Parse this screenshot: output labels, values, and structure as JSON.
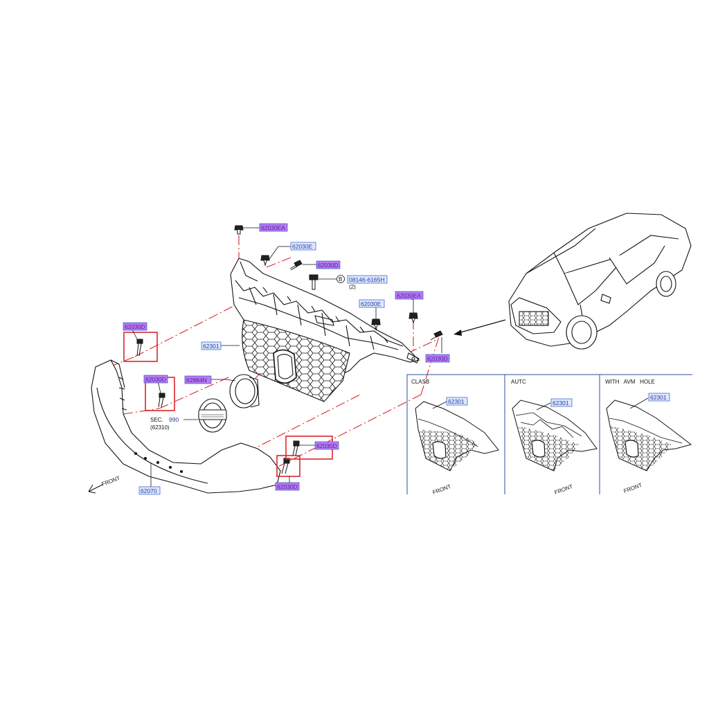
{
  "colors": {
    "line": "#111111",
    "label_text": "#1f3f9e",
    "label_box_blue": "#2b59c3",
    "label_fill_blue": "#dfe7ff",
    "label_fill_purple": "#b77cf2",
    "label_text_purple": "#5b1a9c",
    "highlight_box": "#d9262c",
    "centerline": "#d9262c",
    "inset_frame": "#2b4f9e"
  },
  "labels": {
    "clip_ea_top": "62030EA",
    "clip_e_top": "62030E",
    "screw_d_top": "62030D",
    "bolt_b": "08146-6165H",
    "bolt_b_circle": "B",
    "bolt_b_qty": "(2)",
    "clip_e_right": "62030E",
    "clip_ea_right": "62030EA",
    "screw_d_right": "62030D",
    "screw_d_left_upper": "62030D",
    "screw_d_left_mid": "62030D",
    "grille": "62301",
    "emblem": "62884N",
    "sec_text": "SEC.",
    "sec_num": "990",
    "sec_ref": "(62310)",
    "screw_d_bottom_a": "62030D",
    "screw_d_bottom_b": "62030D",
    "bumper": "62070",
    "front": "FRONT"
  },
  "insets": [
    {
      "title": "CLASB",
      "part": "62301",
      "front": "FRONT"
    },
    {
      "title": "AUTC",
      "part": "62301",
      "front": "FRONT"
    },
    {
      "title": "WITH   AVM   HOLE",
      "part": "62301",
      "front": "FRONT"
    }
  ]
}
